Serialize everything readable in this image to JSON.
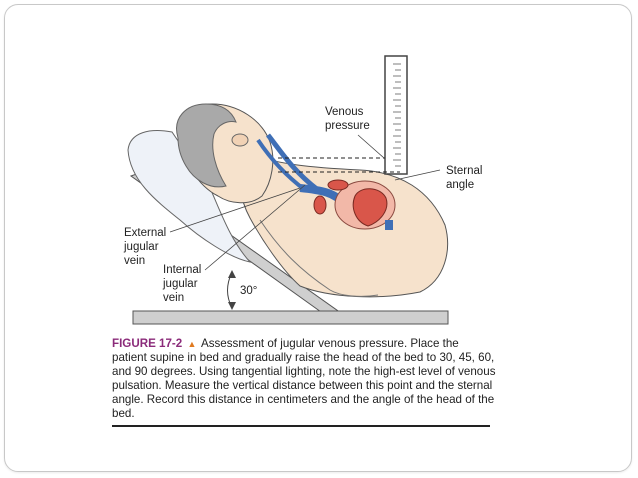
{
  "figure": {
    "labels": {
      "venous_pressure_line1": "Venous",
      "venous_pressure_line2": "pressure",
      "sternal_angle_line1": "Sternal",
      "sternal_angle_line2": "angle",
      "external_jugular_line1": "External",
      "external_jugular_line2": "jugular",
      "external_jugular_line3": "vein",
      "internal_jugular_line1": "Internal",
      "internal_jugular_line2": "jugular",
      "internal_jugular_line3": "vein",
      "angle": "30°"
    },
    "caption": {
      "figure_number": "FIGURE 17-2",
      "text": "Assessment of jugular venous pressure. Place the patient supine in bed and gradually raise the head of the bed to 30, 45, 60, and 90 degrees. Using tangential lighting, note the high-est level of venous pulsation. Measure the vertical distance between this point and the sternal angle. Record this distance in centimeters and the angle of the head of the bed."
    }
  },
  "colors": {
    "vein_blue": "#3f6fb6",
    "heart_red": "#d9564a",
    "skin": "#f6e2cc",
    "hair": "#a8a8a8",
    "bed": "#c9c9c9",
    "figure_number": "#8b2b7a"
  }
}
